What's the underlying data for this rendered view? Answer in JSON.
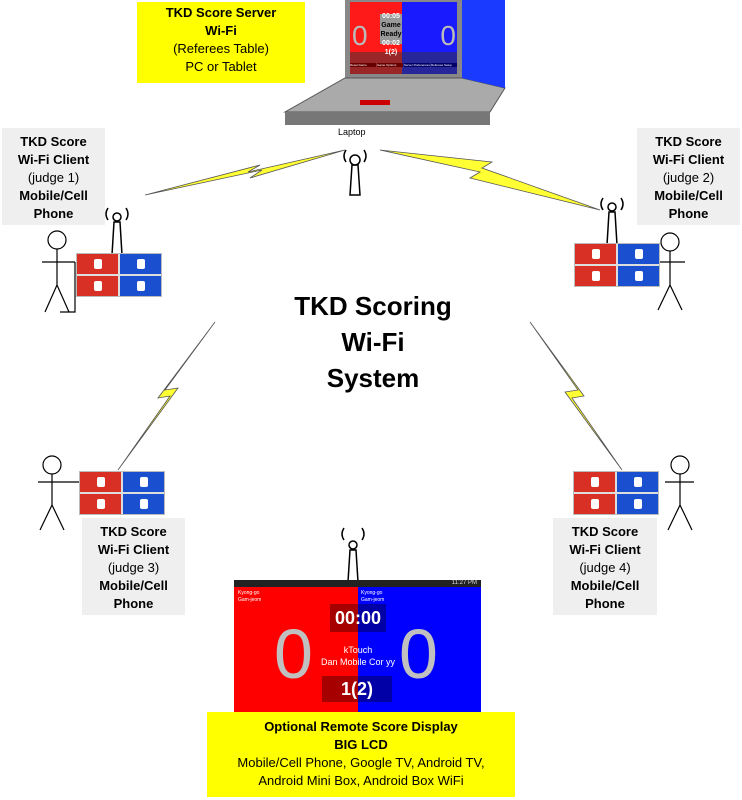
{
  "server": {
    "title": "TKD Score Server",
    "subtitle": "Wi-Fi",
    "line1": "(Referees Table)",
    "line2": "PC or Tablet"
  },
  "laptop": {
    "label": "Laptop",
    "screen": {
      "timer": "00:05",
      "status1": "Game",
      "status2": "Ready",
      "rest": "00:02",
      "round": "1(2)",
      "red_score": "0",
      "blue_score": "0",
      "buttons": [
        "Reset Game",
        "Game Options",
        "Server Preferences",
        "Referees Setup"
      ]
    }
  },
  "title": {
    "line1": "TKD Scoring",
    "line2": "Wi-Fi",
    "line3": "System"
  },
  "judges": [
    {
      "l1": "TKD Score",
      "l2": "Wi-Fi Client",
      "l3": "(judge 1)",
      "l4": "Mobile/Cell",
      "l5": "Phone"
    },
    {
      "l1": "TKD Score",
      "l2": "Wi-Fi Client",
      "l3": "(judge 2)",
      "l4": "Mobile/Cell",
      "l5": "Phone"
    },
    {
      "l1": "TKD Score",
      "l2": "Wi-Fi Client",
      "l3": "(judge 3)",
      "l4": "Mobile/Cell",
      "l5": "Phone"
    },
    {
      "l1": "TKD Score",
      "l2": "Wi-Fi Client",
      "l3": "(judge 4)",
      "l4": "Mobile/Cell",
      "l5": "Phone"
    }
  ],
  "display": {
    "status_time": "11:27 PM",
    "red_label1": "Kyong-go",
    "red_label2": "Gam-jeom",
    "blue_label1": "Kyong-go",
    "blue_label2": "Gam-jeom",
    "timer": "00:00",
    "center1": "kTouch",
    "center2": "Dan Mobile Cor yy",
    "round": "1(2)",
    "red_score": "0",
    "blue_score": "0"
  },
  "remote": {
    "title": "Optional Remote Score Display",
    "subtitle": "BIG LCD",
    "line1": "Mobile/Cell Phone, Google TV, Android TV,",
    "line2": "Android Mini Box, Android Box WiFi"
  },
  "colors": {
    "red": "#ff0000",
    "blue": "#0000ff",
    "yellow": "#ffff00",
    "bolt": "#ffff33"
  }
}
